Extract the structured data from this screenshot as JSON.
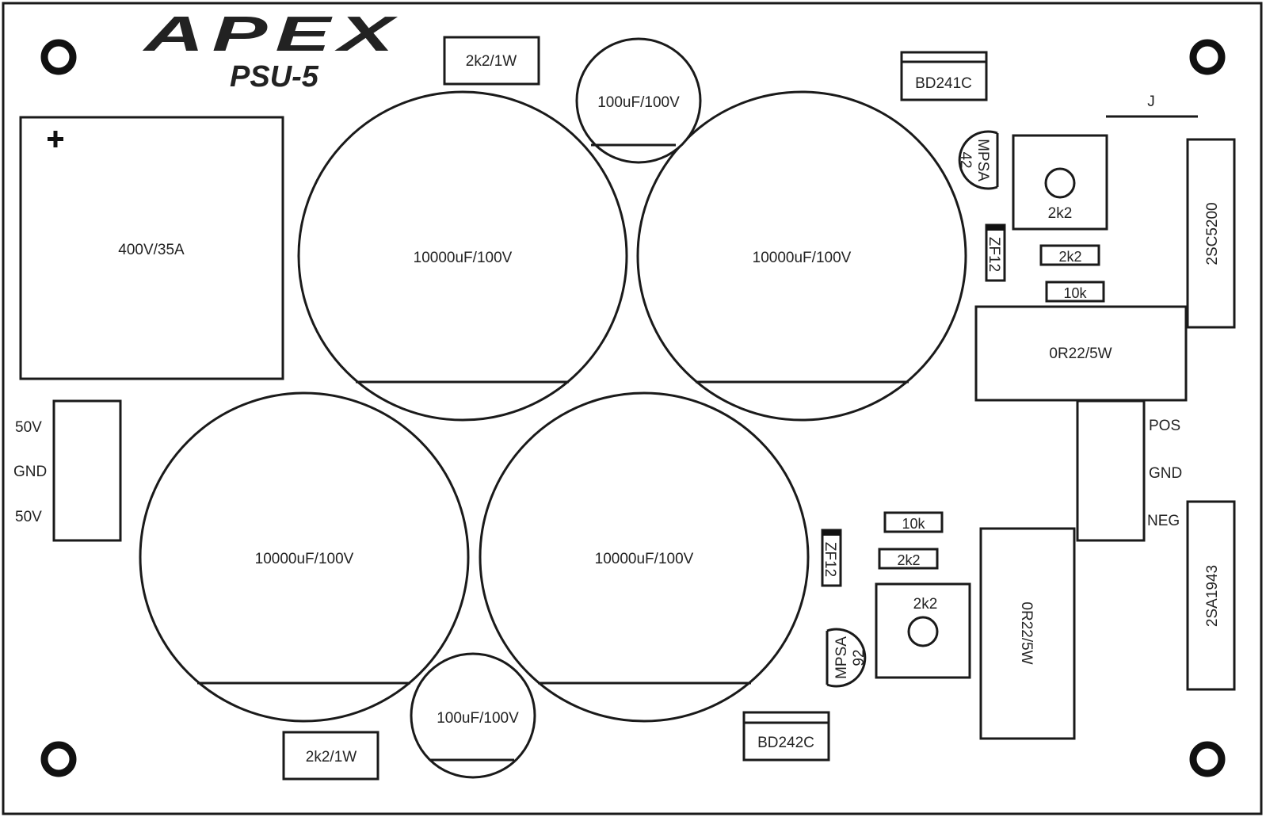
{
  "board": {
    "brand": "APEX",
    "model": "PSU-5"
  },
  "bridge": {
    "label": "400V/35A",
    "polarity": "+"
  },
  "input_connector": {
    "pins": [
      "50V",
      "GND",
      "50V"
    ]
  },
  "output_connector": {
    "pins": [
      "POS",
      "GND",
      "NEG"
    ]
  },
  "jumper": {
    "label": "J"
  },
  "big_caps": [
    "10000uF/100V",
    "10000uF/100V",
    "10000uF/100V",
    "10000uF/100V"
  ],
  "small_caps": [
    "100uF/100V",
    "100uF/100V"
  ],
  "resistors_1w": [
    "2k2/1W",
    "2k2/1W"
  ],
  "drivers": [
    "BD241C",
    "BD242C"
  ],
  "small_transistors": [
    {
      "line1": "MPSA",
      "line2": "42"
    },
    {
      "line1": "MPSA",
      "line2": "92"
    }
  ],
  "zeners": [
    "ZF12",
    "ZF12"
  ],
  "trimmers": [
    "2k2",
    "2k2"
  ],
  "resistors": [
    "2k2",
    "10k",
    "10k",
    "2k2"
  ],
  "power_resistors": [
    "0R22/5W",
    "0R22/5W"
  ],
  "power_transistors": [
    "2SC5200",
    "2SA1943"
  ]
}
